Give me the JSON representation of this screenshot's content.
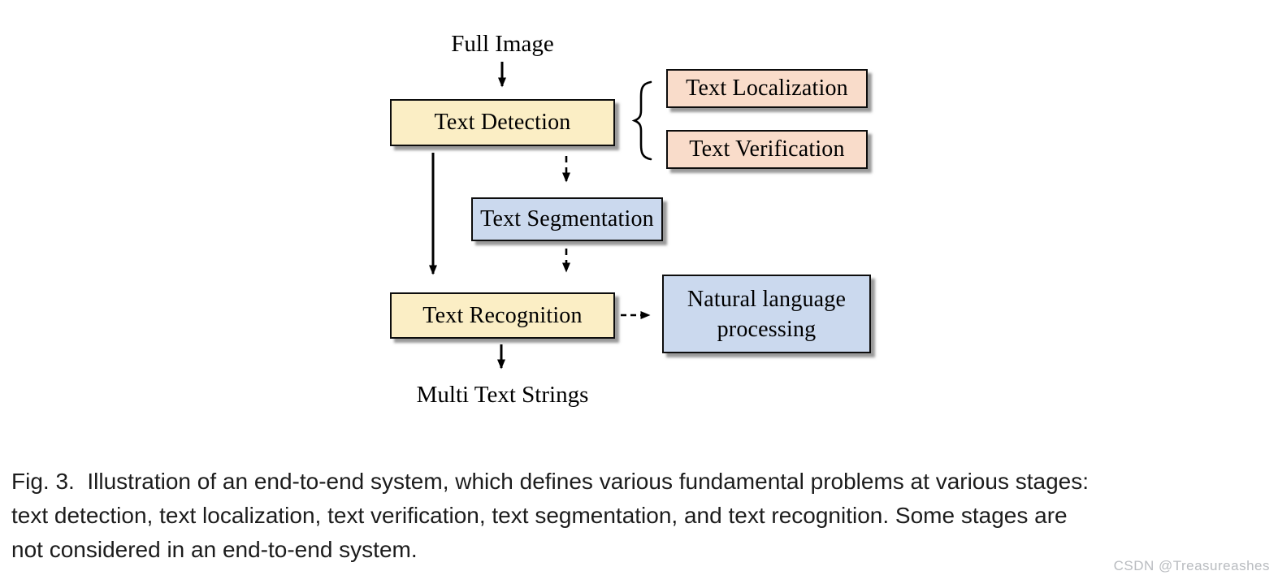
{
  "diagram": {
    "nodes": {
      "full_image": "Full Image",
      "text_detection": "Text Detection",
      "text_localization": "Text Localization",
      "text_verification": "Text Verification",
      "text_segmentation": "Text Segmentation",
      "text_recognition": "Text Recognition",
      "natural_language_processing": "Natural language processing",
      "multi_text_strings": "Multi Text Strings"
    },
    "edges": [
      {
        "from": "full_image",
        "to": "text_detection",
        "style": "solid-arrow"
      },
      {
        "from": "text_detection",
        "to": "text_localization",
        "style": "brace"
      },
      {
        "from": "text_detection",
        "to": "text_verification",
        "style": "brace"
      },
      {
        "from": "text_detection",
        "to": "text_segmentation",
        "style": "dashed-arrow"
      },
      {
        "from": "text_segmentation",
        "to": "text_recognition",
        "style": "dashed-arrow"
      },
      {
        "from": "text_detection",
        "to": "text_recognition",
        "style": "solid-arrow"
      },
      {
        "from": "text_recognition",
        "to": "natural_language_processing",
        "style": "dashed-arrow"
      },
      {
        "from": "text_recognition",
        "to": "multi_text_strings",
        "style": "solid-arrow"
      }
    ]
  },
  "colors": {
    "box-yellow": "#FBEEC5",
    "box-pink": "#F9DCCA",
    "box-blue": "#CBD9EE",
    "caption-text": "#1c1c1c",
    "watermark": "#b9bcc0"
  },
  "caption": {
    "lines": [
      "Fig. 3.  Illustration of an end-to-end system, which defines various fundamental problems at various stages:",
      "text detection, text localization, text verification, text segmentation, and text recognition. Some stages are",
      "not considered in an end-to-end system."
    ]
  },
  "watermark": "CSDN @Treasureashes"
}
